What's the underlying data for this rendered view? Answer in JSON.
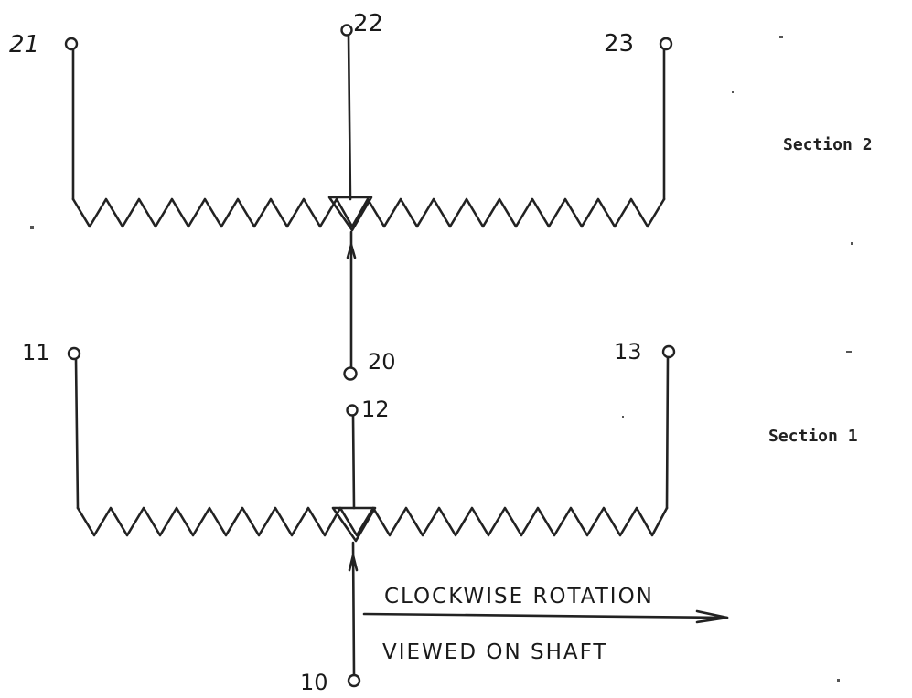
{
  "diagram": {
    "colors": {
      "ink": "#222222",
      "paper": "#ffffff"
    },
    "sections": [
      {
        "label": "Section 2",
        "terminal_left": "21",
        "terminal_right": "23",
        "wiper_out": "22",
        "wiper_in": "20"
      },
      {
        "label": "Section 1",
        "terminal_left": "11",
        "terminal_right": "13",
        "wiper_out": "12",
        "wiper_in": "10"
      }
    ],
    "annotation": {
      "line1": "CLOCKWISE ROTATION",
      "line2": "VIEWED ON SHAFT"
    }
  }
}
